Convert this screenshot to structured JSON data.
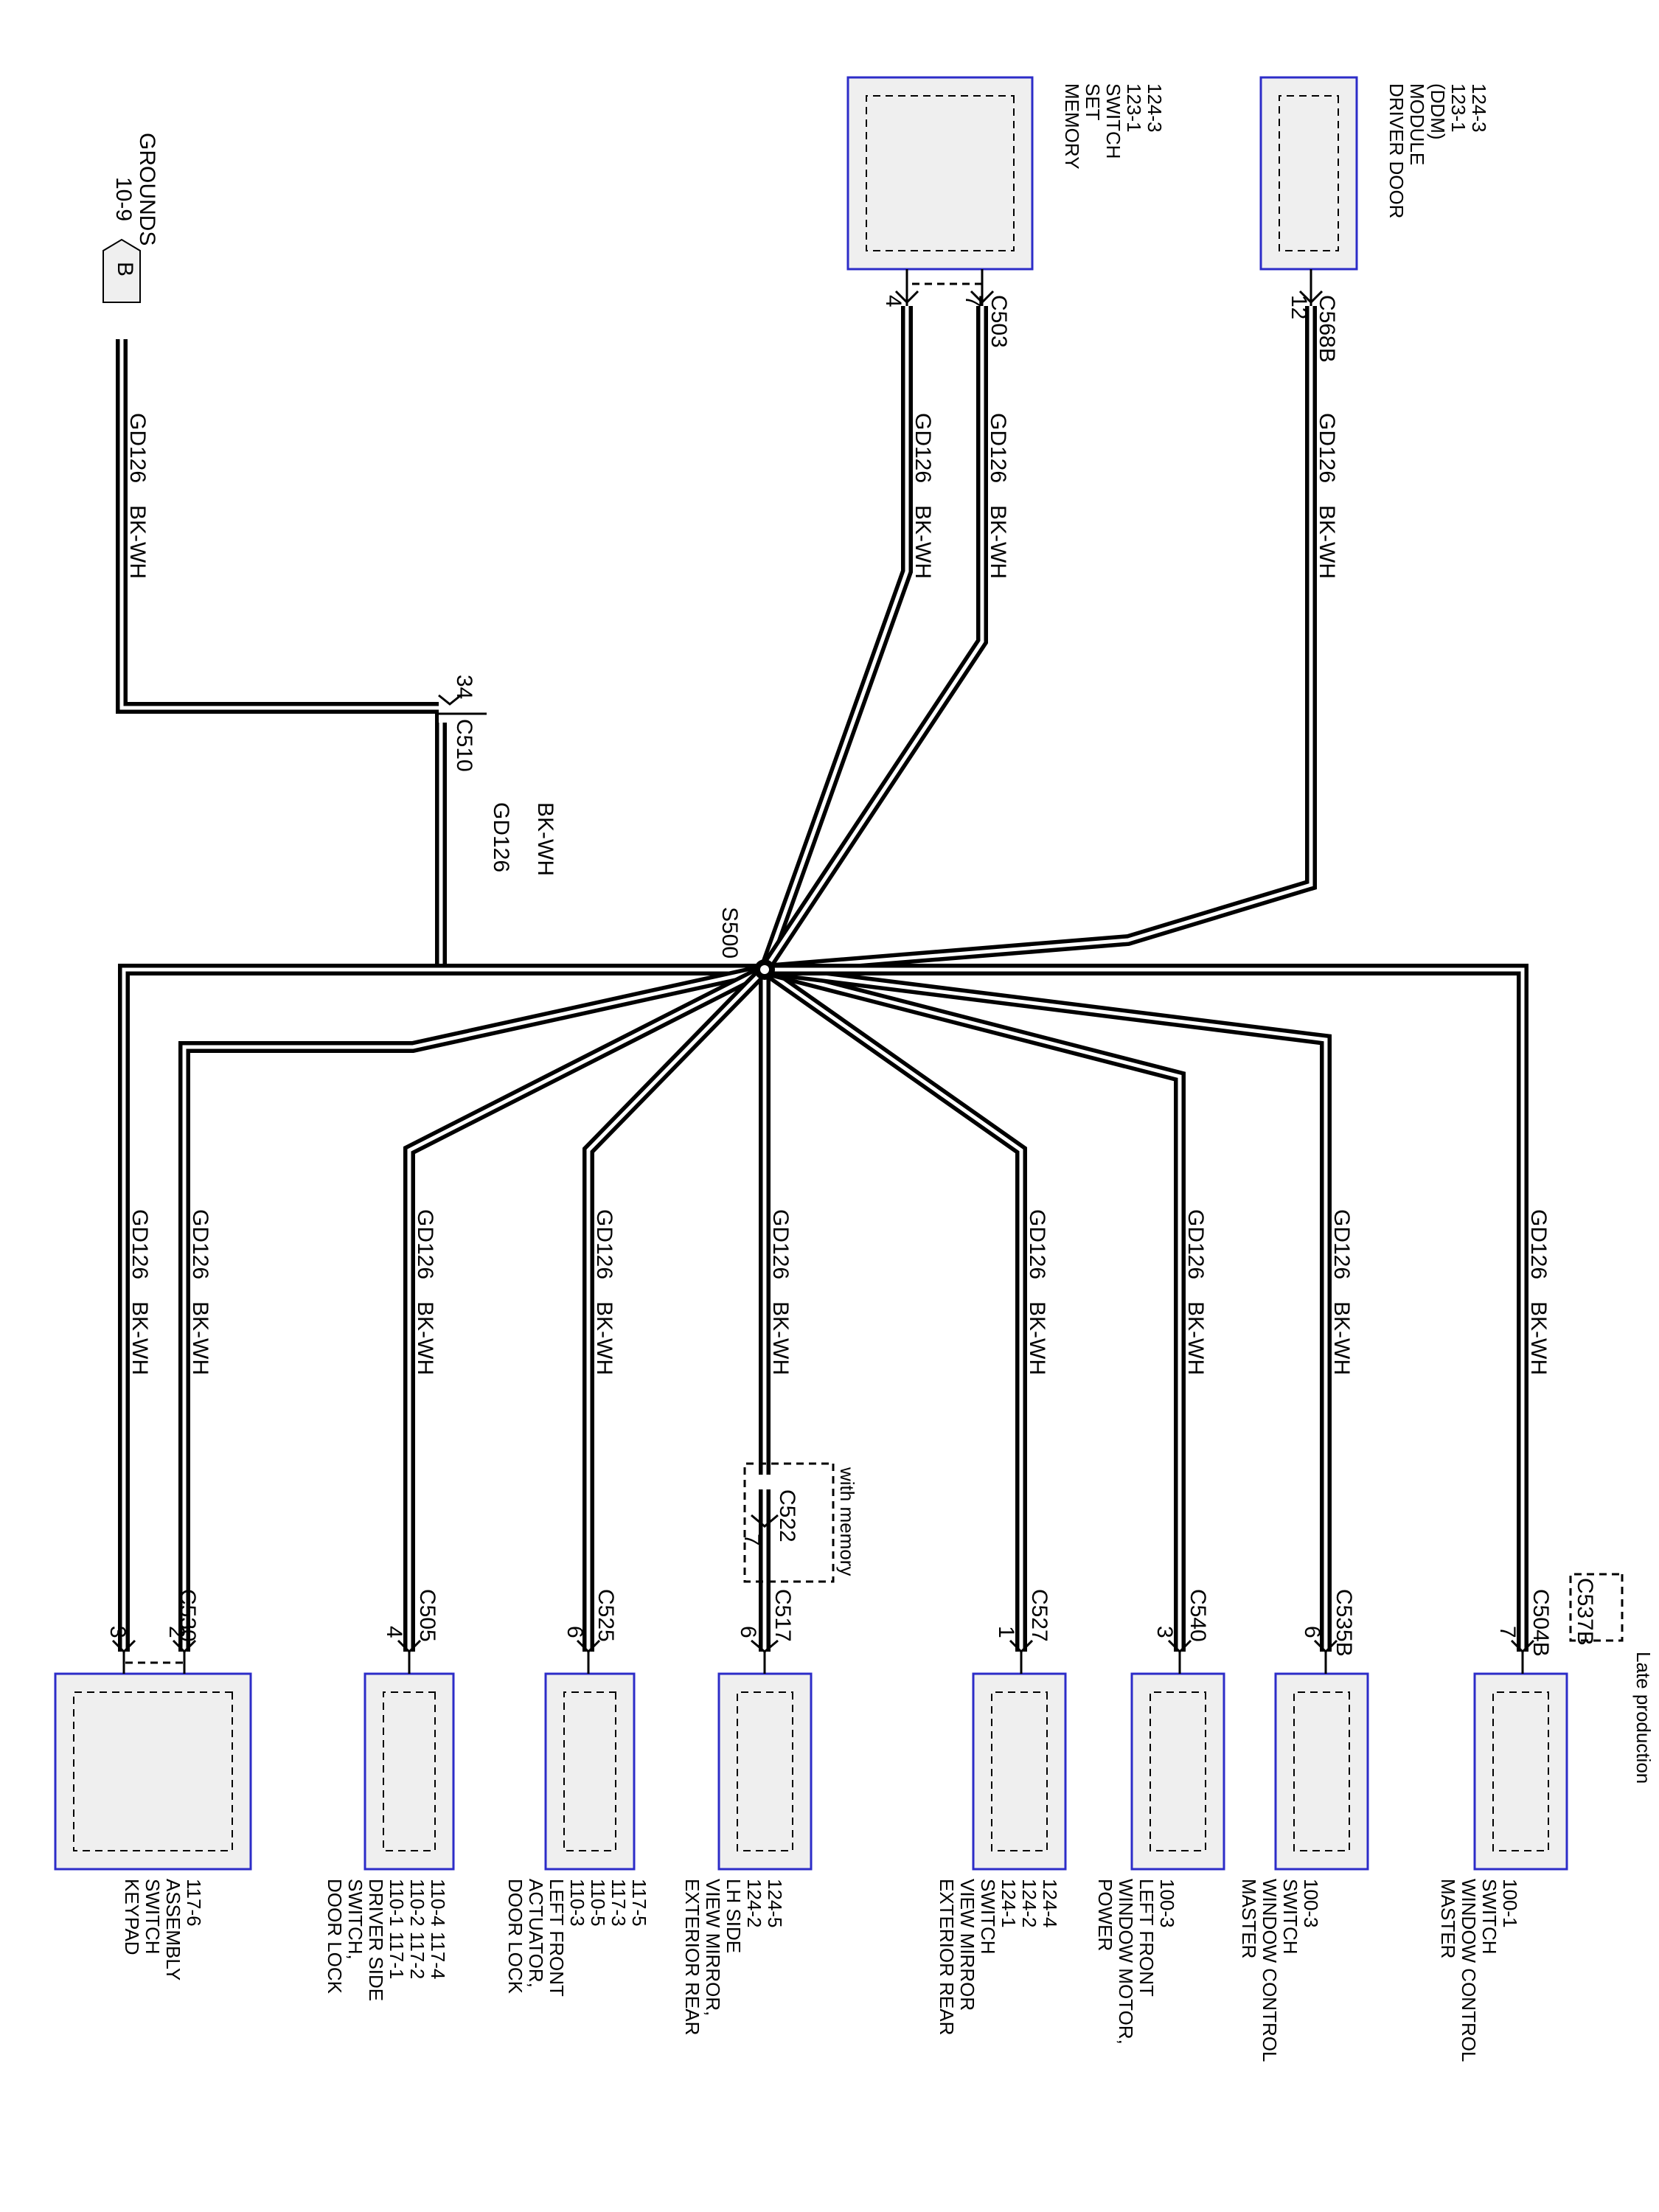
{
  "diagram": {
    "circuit_code": "GD126",
    "wire_color": "BK-WH",
    "splice": "S500",
    "ground": {
      "letter": "B",
      "title": "GROUNDS",
      "ref": "10-9"
    },
    "inline_connector": {
      "name": "C510",
      "pin": "34"
    },
    "top_components": [
      {
        "lines": [
          "MEMORY",
          "SET",
          "SWITCH",
          "123-1",
          "124-3"
        ],
        "connector": "C503",
        "pins": [
          "4",
          "7"
        ]
      },
      {
        "lines": [
          "DRIVER DOOR",
          "MODULE",
          "(DDM)",
          "123-1",
          "124-3"
        ],
        "connector": "C568B",
        "pins": [
          "12"
        ]
      }
    ],
    "bottom_components": [
      {
        "lines": [
          "KEYPAD",
          "SWITCH",
          "ASSEMBLY",
          "117-6"
        ],
        "connector": "C530",
        "pins": [
          "3",
          "2"
        ]
      },
      {
        "lines": [
          "DOOR LOCK",
          "SWITCH,",
          "DRIVER SIDE",
          "110-1        117-1",
          "110-2        117-2",
          "110-4        117-4"
        ],
        "connector": "C505",
        "pins": [
          "4"
        ]
      },
      {
        "lines": [
          "DOOR LOCK",
          "ACTUATOR,",
          "LEFT FRONT",
          "110-3",
          "110-5",
          "117-3",
          "117-5"
        ],
        "connector": "C525",
        "pins": [
          "6"
        ]
      },
      {
        "lines": [
          "EXTERIOR REAR",
          "VIEW MIRROR,",
          "LH SIDE",
          "124-2",
          "124-5"
        ],
        "connector": "C517",
        "pins": [
          "6"
        ],
        "option": {
          "label": "with memory",
          "connector": "C522",
          "pin": "7"
        }
      },
      {
        "lines": [
          "EXTERIOR REAR",
          "VIEW MIRROR",
          "SWITCH",
          "124-1",
          "124-2",
          "124-4"
        ],
        "connector": "C527",
        "pins": [
          "1"
        ]
      },
      {
        "lines": [
          "POWER",
          "WINDOW MOTOR,",
          "LEFT FRONT",
          "100-3"
        ],
        "connector": "C540",
        "pins": [
          "3"
        ]
      },
      {
        "lines": [
          "MASTER",
          "WINDOW CONTROL",
          "SWITCH",
          "100-3"
        ],
        "connector": "C535B",
        "pins": [
          "6"
        ]
      },
      {
        "lines": [
          "MASTER",
          "WINDOW CONTROL",
          "SWITCH",
          "100-1"
        ],
        "connector": "C504B",
        "pins": [
          "7"
        ],
        "option": {
          "label": "Late production",
          "connector": "C537B"
        }
      }
    ]
  }
}
